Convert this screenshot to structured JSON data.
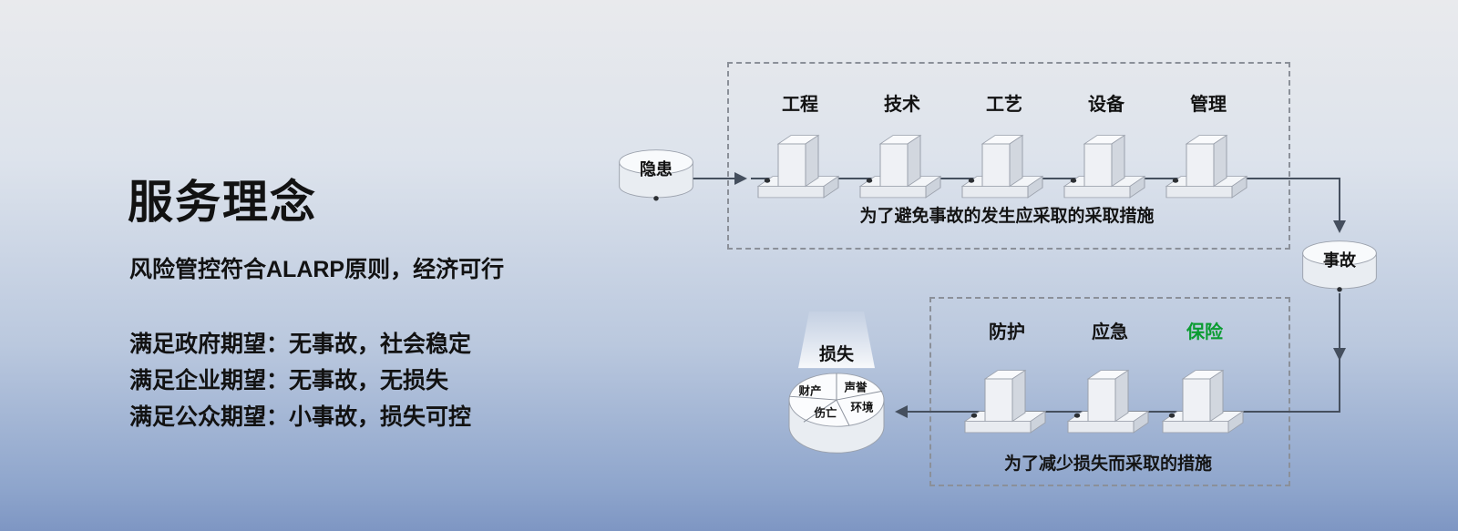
{
  "left_panel": {
    "title": "服务理念",
    "subtitle": "风险管控符合ALARP原则，经济可行",
    "expectations": [
      "满足政府期望：无事故，社会稳定",
      "满足企业期望：无事故，无损失",
      "满足公众期望：小事故，损失可控"
    ]
  },
  "diagram": {
    "hazard_label": "隐患",
    "accident_label": "事故",
    "top_group": {
      "labels": [
        "工程",
        "技术",
        "工艺",
        "设备",
        "管理"
      ],
      "caption": "为了避免事故的发生应采取的采取措施"
    },
    "bottom_group": {
      "labels": [
        "防护",
        "应急",
        "保险"
      ],
      "caption": "为了减少损失而采取的措施",
      "insurance_color": "#0b9c31"
    },
    "loss": {
      "label": "损失",
      "segments": [
        "财产",
        "声誉",
        "伤亡",
        "环境"
      ]
    }
  }
}
